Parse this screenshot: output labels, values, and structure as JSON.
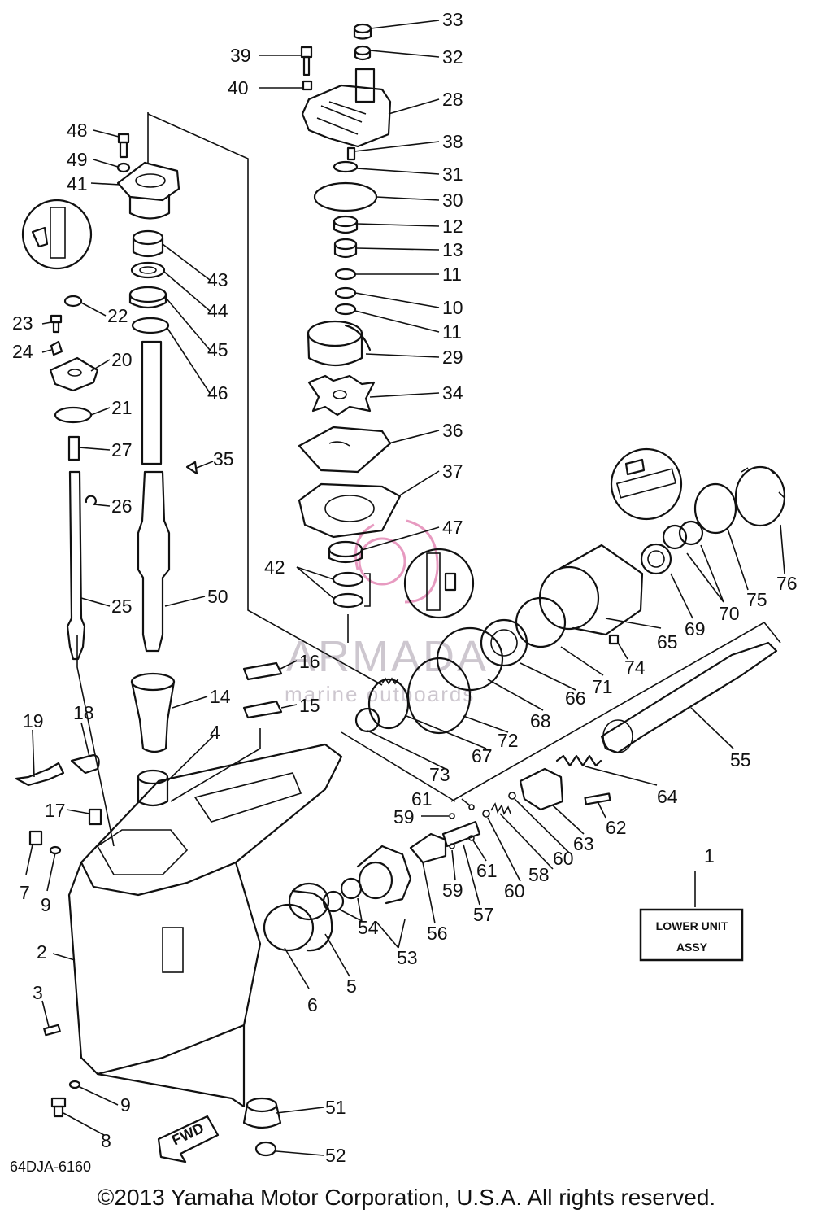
{
  "diagram": {
    "code": "64DJA-6160",
    "copyright": "©2013 Yamaha Motor Corporation, U.S.A. All rights reserved.",
    "assembly_box": {
      "line1": "LOWER UNIT",
      "line2": "ASSY"
    },
    "watermark": {
      "brand": "ARMADA",
      "tagline": "marine outboards"
    },
    "direction_label": "FWD",
    "callouts": [
      "33",
      "32",
      "39",
      "40",
      "28",
      "38",
      "31",
      "30",
      "12",
      "13",
      "11",
      "10",
      "11",
      "29",
      "34",
      "36",
      "37",
      "47",
      "42",
      "48",
      "49",
      "41",
      "43",
      "44",
      "45",
      "46",
      "22",
      "23",
      "24",
      "20",
      "21",
      "27",
      "35",
      "26",
      "25",
      "50",
      "16",
      "15",
      "14",
      "4",
      "19",
      "18",
      "17",
      "7",
      "9",
      "2",
      "3",
      "9",
      "8",
      "51",
      "52",
      "6",
      "5",
      "54",
      "53",
      "56",
      "57",
      "59",
      "61",
      "59",
      "61",
      "60",
      "58",
      "60",
      "63",
      "62",
      "64",
      "55",
      "73",
      "67",
      "72",
      "68",
      "66",
      "71",
      "65",
      "74",
      "69",
      "70",
      "75",
      "76",
      "1"
    ]
  }
}
